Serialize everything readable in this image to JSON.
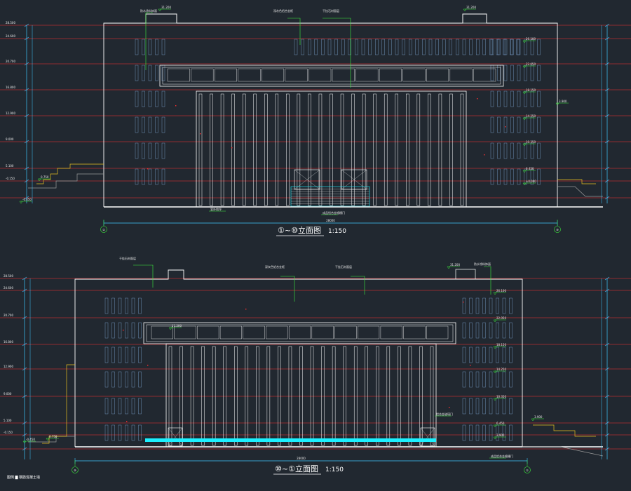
{
  "colors": {
    "background": "#212830",
    "building_line": "#ffffff",
    "floor_line": "#ff3030",
    "dimension": "#3ec8ff",
    "leader": "#3cf03c",
    "glass": "#1cf0ff",
    "ground_grey": "#9a9a9a",
    "stair_yellow": "#e8c020"
  },
  "top": {
    "title": "①~⑩立面图",
    "scale": "1:150",
    "axis_left": "①",
    "axis_right": "⑩",
    "overall_dim": "28000",
    "annotations": [
      "防水涂料饰面",
      "深灰色铝合金框",
      "干挂石材面层"
    ],
    "bottom_labels": [
      "室外地坪",
      "成品铝合金格栅门"
    ],
    "roof_levels": [
      "31.200",
      "31.200"
    ],
    "right_levels": [
      "26.100",
      "22.050",
      "18.150",
      "14.250",
      "10.350",
      "6.450",
      "±0.000"
    ],
    "left_levels": [
      "28.500",
      "24.600",
      "20.700",
      "16.800",
      "12.900",
      "9.000",
      "5.100",
      "-0.150"
    ],
    "stair_levels": [
      "3.900",
      "0.750",
      "-0.450"
    ]
  },
  "bottom": {
    "title": "⑩~①立面图",
    "scale": "1:150",
    "axis_left": "⑩",
    "axis_right": "①",
    "overall_dim": "28000",
    "annotations": [
      "干挂石材面层",
      "深灰色铝合金框",
      "干挂石材面层",
      "防水涂料饰面"
    ],
    "bottom_labels": [
      "铝合金玻璃门",
      "成品铝合金格栅门"
    ],
    "roof_levels": [
      "31.200",
      "31.200"
    ],
    "right_levels": [
      "26.100",
      "22.050",
      "18.150",
      "14.250",
      "10.350",
      "6.450",
      "3.900"
    ],
    "left_levels": [
      "28.500",
      "24.600",
      "20.700",
      "16.800",
      "12.900",
      "9.000",
      "5.100",
      "-0.150"
    ],
    "stair_levels": [
      "3.900",
      "0.750",
      "-0.450"
    ]
  },
  "legend": "图例 ▇ 钢筋混凝土墙"
}
